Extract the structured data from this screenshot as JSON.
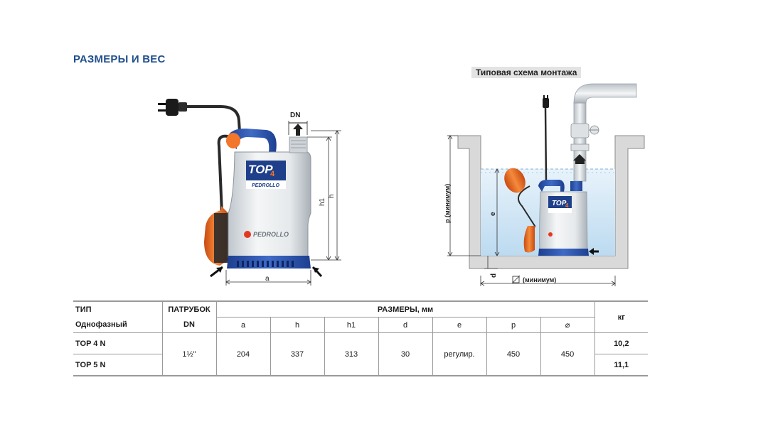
{
  "section_title": "РАЗМЕРЫ И ВЕС",
  "install_caption": "Типовая схема монтажа",
  "pump_labels": {
    "brand_top": "TOP",
    "brand_num": "4",
    "brand_small": "PEDROLLO",
    "body_brand": "PEDROLLO",
    "dn": "DN",
    "h1": "h1",
    "h": "h",
    "a": "a"
  },
  "install_labels": {
    "p_min": "p (минимум)",
    "e": "e",
    "d": "d",
    "diam_min": "(минимум)",
    "brand_top": "TOP",
    "brand_num": "4"
  },
  "table": {
    "header": {
      "type": "ТИП",
      "phase": "Однофазный",
      "outlet": "ПАТРУБОК",
      "dn": "DN",
      "dims": "РАЗМЕРЫ, мм",
      "kg": "кг",
      "cols": [
        "a",
        "h",
        "h1",
        "d",
        "e",
        "p",
        "⌀"
      ]
    },
    "rows": [
      {
        "model": "TOP 4 N",
        "kg": "10,2"
      },
      {
        "model": "TOP 5 N",
        "kg": "11,1"
      }
    ],
    "shared": {
      "outlet": "1½\"",
      "values": [
        "204",
        "337",
        "313",
        "30",
        "регулир.",
        "450",
        "450"
      ]
    }
  }
}
